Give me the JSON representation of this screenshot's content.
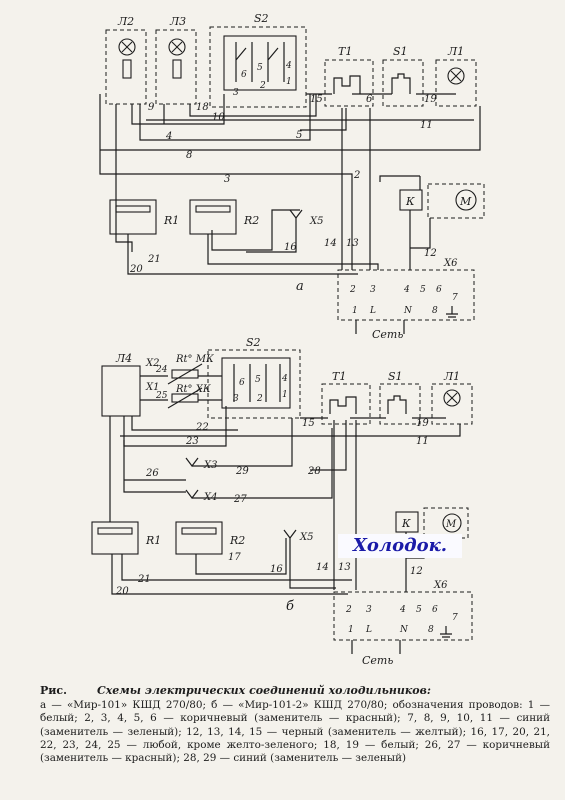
{
  "diagram_a": {
    "components": {
      "l2": "Л2",
      "l3": "Л3",
      "s2": "S2",
      "t1": "T1",
      "s1": "S1",
      "l1": "Л1",
      "r1": "R1",
      "r2": "R2",
      "k": "К",
      "m": "М",
      "x5": "Х5",
      "x6": "Х6"
    },
    "wires": [
      "9",
      "18",
      "10",
      "4",
      "8",
      "3",
      "2",
      "5",
      "6",
      "11",
      "19",
      "15",
      "13",
      "14",
      "16",
      "21",
      "20",
      "12"
    ],
    "s2_contacts": [
      "6",
      "5",
      "4",
      "3",
      "2",
      "1"
    ],
    "x6_terminals": [
      "2",
      "3",
      "4",
      "5",
      "6",
      "1",
      "L",
      "N",
      "8",
      "7"
    ],
    "net_label": "Сеть",
    "letter": "а"
  },
  "diagram_b": {
    "components": {
      "l4": "Л4",
      "s2": "S2",
      "t1": "T1",
      "s1": "S1",
      "l1": "Л1",
      "r1": "R1",
      "r2": "R2",
      "k": "К",
      "m": "М",
      "x1": "Х1",
      "x2": "Х2",
      "x3": "Х3",
      "x4": "Х4",
      "x5": "Х5",
      "x6": "Х6",
      "rtmk": "Rt° МК",
      "rtxk": "Rt° ХК"
    },
    "wires": [
      "24",
      "25",
      "22",
      "23",
      "15",
      "11",
      "19",
      "26",
      "29",
      "28",
      "27",
      "13",
      "14",
      "16",
      "17",
      "21",
      "20",
      "12"
    ],
    "s2_contacts": [
      "6",
      "5",
      "4",
      "3",
      "2",
      "1"
    ],
    "x6_terminals": [
      "2",
      "3",
      "4",
      "5",
      "6",
      "1",
      "L",
      "N",
      "8",
      "7"
    ],
    "net_label": "Сеть",
    "letter": "б"
  },
  "watermark": "Холодок.",
  "caption": {
    "head": "Рис.",
    "title": "Схемы электрических соединений холодильников:",
    "body": "а — «Мир-101» КШД 270/80; б — «Мир-101-2» КШД 270/80; обозначения проводов: 1 — белый; 2, 3, 4, 5, 6 — коричневый (заменитель — красный); 7, 8, 9, 10, 11 — синий (заменитель — зеленый); 12, 13, 14, 15 — черный (заменитель — желтый); 16, 17, 20, 21, 22, 23, 24, 25 — любой, кроме желто-зеленого; 18, 19 — белый; 26, 27 — коричневый (заменитель — красный); 28, 29 — синий (заменитель — зеленый)"
  }
}
